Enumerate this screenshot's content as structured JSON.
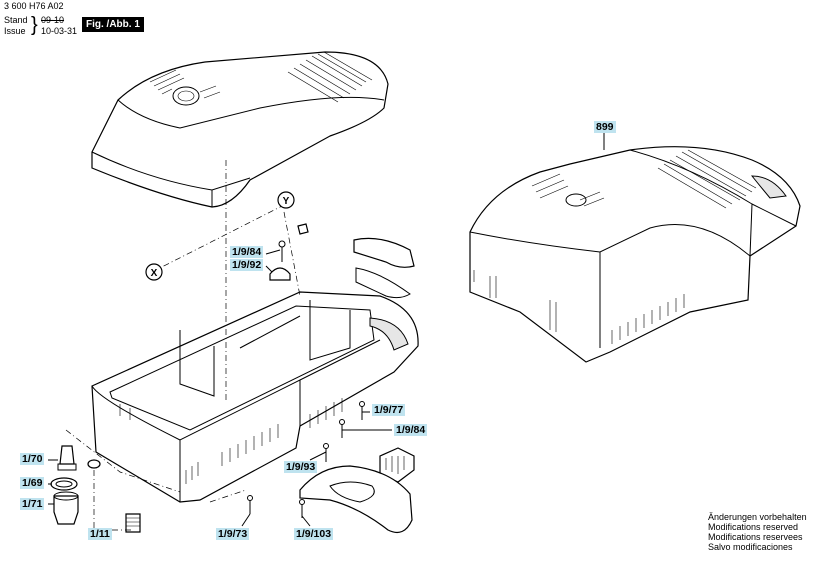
{
  "header": {
    "doc_number": "3 600 H76 A02",
    "stand_label": "Stand",
    "issue_label": "Issue",
    "brace": "}",
    "stand_old": "09-10",
    "issue_date": "10-03-31",
    "figure": "Fig. /Abb. 1"
  },
  "callouts": {
    "x_marker": "X",
    "y_marker": "Y"
  },
  "parts": {
    "p899": "899",
    "p1_9_84a": "1/9/84",
    "p1_9_92": "1/9/92",
    "p1_9_77": "1/9/77",
    "p1_9_84b": "1/9/84",
    "p1_9_93": "1/9/93",
    "p1_70": "1/70",
    "p1_69": "1/69",
    "p1_71": "1/71",
    "p1_11": "1/11",
    "p1_9_73": "1/9/73",
    "p1_9_103": "1/9/103"
  },
  "disclaimer": {
    "line1": "Änderungen vorbehalten",
    "line2": "Modifications reserved",
    "line3": "Modifications reservees",
    "line4": "Salvo modificaciones"
  },
  "colors": {
    "label_bg": "#bfe3ef",
    "line": "#000000",
    "background": "#ffffff"
  }
}
